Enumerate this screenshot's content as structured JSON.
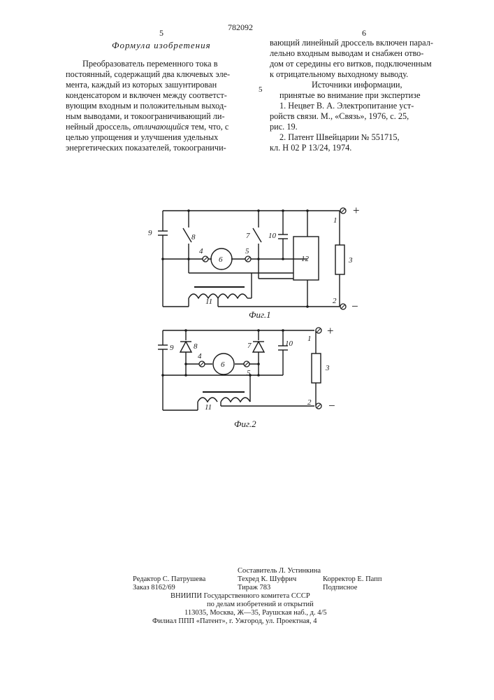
{
  "header": {
    "patent_number": "782092",
    "left_column_number": "5",
    "right_column_number": "6"
  },
  "left": {
    "heading": "Формула изобретения",
    "lines": [
      "Преобразователь переменного тока в",
      "постоянный, содержащий два ключевых эле-",
      "мента, каждый из которых зашунтирован",
      "конденсатором и включен между соответст-",
      "вующим входным и положительным выход-",
      "ным выводами, и токоограничивающий ли-",
      "нейный дроссель, ",
      "отличающийся",
      " тем, что, с",
      "целью упрощения и улучшения удельных",
      "энергетических показателей, токоограничи-"
    ]
  },
  "right": {
    "lines": [
      "вающий линейный дроссель включен парал-",
      "лельно входным выводам и снабжен отво-",
      "дом от середины его витков, подключенным",
      "к отрицательному выходному выводу."
    ],
    "sources_title_1": "Источники информации,",
    "sources_title_2": "принятые во внимание при экспертизе",
    "ref1_a": "1. Нецвет В. А. Электропитание уст-",
    "ref1_b": "ройств связи. М., «Связь», 1976, с. 25,",
    "ref1_c": "рис. 19.",
    "ref2_a": "2. Патент Швейцарии № 551715,",
    "ref2_b": "кл. Н 02 Р 13/24, 1974.",
    "line_marker": "5"
  },
  "fig1": {
    "caption": "Фиг.1",
    "labels": {
      "n1": "1",
      "n2": "2",
      "n3": "3",
      "n4": "4",
      "n5": "5",
      "n6": "6",
      "n7": "7",
      "n8": "8",
      "n9": "9",
      "n10": "10",
      "n11": "11",
      "n12": "12",
      "plus": "+",
      "minus": "−"
    }
  },
  "fig2": {
    "caption": "Фиг.2",
    "labels": {
      "n1": "1",
      "n2": "2",
      "n3": "3",
      "n4": "4",
      "n5": "5",
      "n6": "6",
      "n7": "7",
      "n8": "8",
      "n9": "9",
      "n10": "10",
      "n11": "11",
      "plus": "+",
      "minus": "−"
    }
  },
  "imprint": {
    "compiler": "Составитель Л. Устинкина",
    "editor": "Редактор С. Патрушева",
    "techred": "Техред К. Шуфрич",
    "corrector": "Корректор Е. Папп",
    "order": "Заказ 8162/69",
    "circulation": "Тираж 783",
    "subscription": "Подписное",
    "org1": "ВНИИПИ Государственного комитета СССР",
    "org2": "по делам изобретений и открытий",
    "address": "113035, Москва, Ж—35, Раушская наб., д. 4/5",
    "branch": "Филиал ППП «Патент», г. Ужгород, ул. Проектная, 4"
  }
}
